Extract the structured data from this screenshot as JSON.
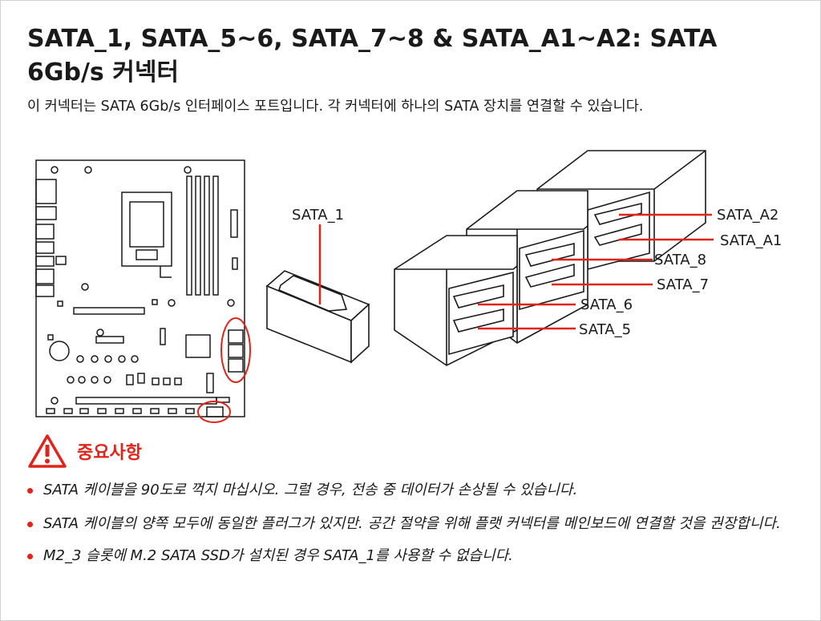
{
  "header": {
    "title": "SATA_1, SATA_5~6, SATA_7~8 & SATA_A1~A2: SATA 6Gb/s 커넥터",
    "intro": "이 커넥터는 SATA 6Gb/s 인터페이스 포트입니다. 각 커넥터에 하나의 SATA 장치를 연결할 수 있습니다."
  },
  "diagram": {
    "labels": {
      "sata_1": "SATA_1",
      "sata_a2": "SATA_A2",
      "sata_a1": "SATA_A1",
      "sata_8": "SATA_8",
      "sata_7": "SATA_7",
      "sata_6": "SATA_6",
      "sata_5": "SATA_5"
    },
    "highlight_color": "#e2231a"
  },
  "notice": {
    "icon": "warning-triangle-icon",
    "title": "중요사항",
    "color": "#e2231a"
  },
  "bullets": [
    "SATA 케이블을 90도로 꺽지 마십시오. 그럴 경우, 전송 중 데이터가 손상될 수 있습니다.",
    "SATA 케이블의 양쪽 모두에 동일한 플러그가 있지만. 공간 절약을 위해 플랫 커넥터를 메인보드에 연결할 것을 권장합니다.",
    "M2_3 슬롯에 M.2 SATA SSD가 설치된 경우 SATA_1를 사용할 수 없습니다."
  ]
}
